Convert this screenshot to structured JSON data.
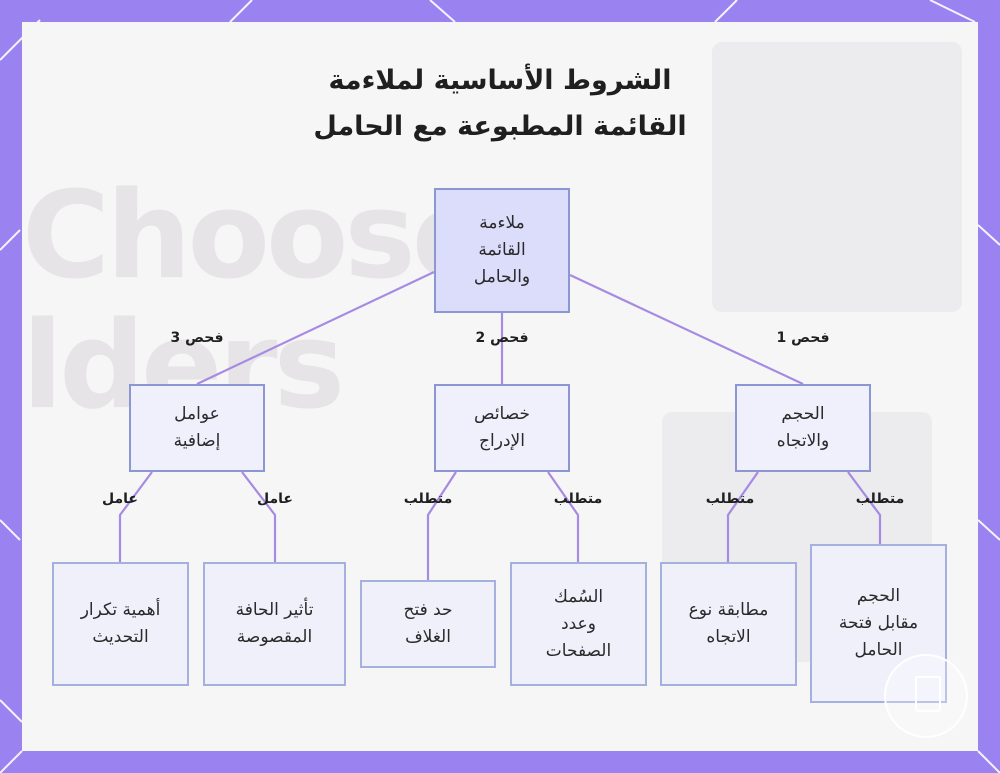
{
  "title_lines": [
    "الشروط الأساسية لملاءمة",
    "القائمة المطبوعة مع الحامل"
  ],
  "background_text": [
    "Choose",
    "lders"
  ],
  "colors": {
    "frame": "#9a82f0",
    "edge": "#a68ae3",
    "node_border": "#a4b0de",
    "root_fill": "#dcdcfb",
    "node_fill": "#f0f0fb"
  },
  "icons": [
    "corner-stripe-icon",
    "monitor-badge-icon"
  ],
  "nodes": {
    "root": "ملاءمة\nالقائمة\nوالحامل",
    "size": "الحجم\nوالاتجاه",
    "insert": "خصائص\nالإدراج",
    "factors": "عوامل\nإضافية",
    "size_vs_opening": "الحجم\nمقابل فتحة\nالحامل",
    "orientation_match": "مطابقة نوع\nالاتجاه",
    "thickness": "السُمك\nوعدد\nالصفحات",
    "cover_edge": "حد فتح\nالغلاف",
    "cut_edge": "تأثير الحافة\nالمقصوصة",
    "update_freq": "أهمية تكرار\nالتحديث"
  },
  "edge_labels": {
    "check1": "فحص 1",
    "check2": "فحص 2",
    "check3": "فحص 3",
    "req1": "متطلب",
    "req2": "متطلب",
    "req3": "متطلب",
    "req4": "متطلب",
    "factor1": "عامل",
    "factor2": "عامل"
  }
}
